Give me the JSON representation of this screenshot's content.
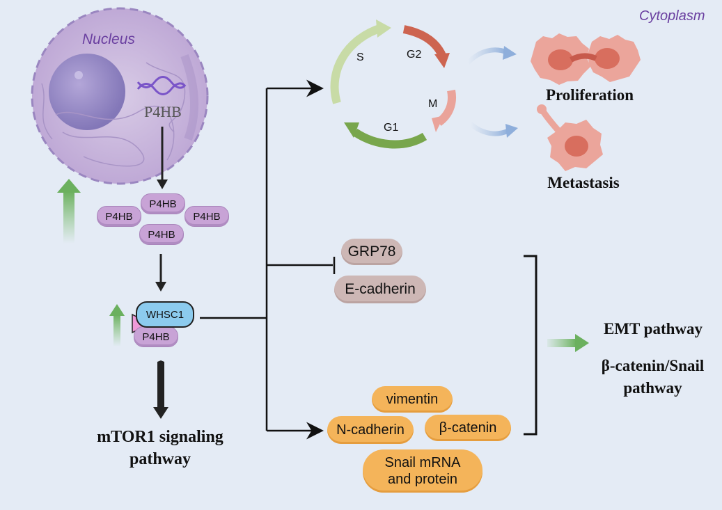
{
  "labels": {
    "nucleus": "Nucleus",
    "cytoplasm": "Cytoplasm",
    "nuclear_p4hb": "P4HB"
  },
  "p4hb_cluster": [
    "P4HB",
    "P4HB",
    "P4HB",
    "P4HB"
  ],
  "complex": {
    "whsc1": "WHSC1",
    "p4hb": "P4HB"
  },
  "mtor": {
    "line1": "mTOR1 signaling",
    "line2": "pathway"
  },
  "cell_cycle": {
    "s": "S",
    "g2": "G2",
    "m": "M",
    "g1": "G1"
  },
  "outcomes": {
    "proliferation": "Proliferation",
    "metastasis": "Metastasis"
  },
  "inhibited": {
    "grp78": "GRP78",
    "ecadherin": "E-cadherin"
  },
  "upregulated": {
    "vimentin": "vimentin",
    "ncadherin": "N-cadherin",
    "bcatenin": "β-catenin",
    "snail_line1": "Snail mRNA",
    "snail_line2": "and protein"
  },
  "pathways": {
    "emt": "EMT pathway",
    "bcatenin_line1": "β-catenin/Snail",
    "bcatenin_line2": "pathway"
  },
  "colors": {
    "background": "#e4ebf5",
    "nucleus": "#c9b6dc",
    "p4hb_pill": "#c8a3d6",
    "whsc1_pill": "#8ccbee",
    "inhibited_pill": "#cdb7b5",
    "upregulated_pill": "#f4b45a",
    "green_arrow": "#7cbf6f",
    "cell_pink": "#eba59b"
  }
}
